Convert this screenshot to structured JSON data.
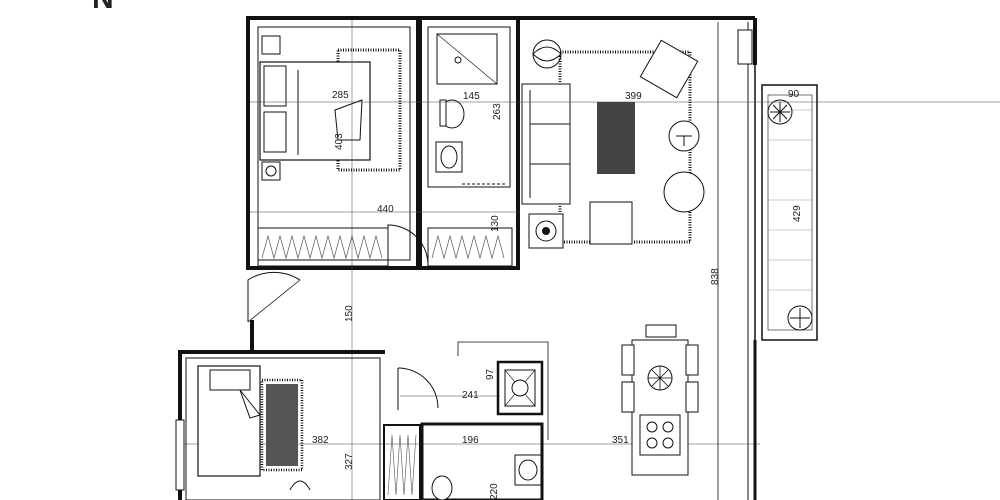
{
  "compass": {
    "label": "N"
  },
  "dimensions": {
    "bedroom_width": "285",
    "bedroom_bed": "403",
    "bath_width": "145",
    "bath_height": "263",
    "living_width": "399",
    "balcony_width": "90",
    "balcony_height": "429",
    "corridor_width": "440",
    "corridor_gap": "130",
    "hall_height": "150",
    "total_height": "838",
    "kitchen_niche": "97",
    "hall_width": "241",
    "small_bath_width": "196",
    "dining_width": "351",
    "bedroom2_width": "382",
    "bedroom2_height": "327",
    "small_bath_height": "220"
  },
  "icons": [
    "compass-icon",
    "bed-icon",
    "sofa-icon",
    "armchair-icon",
    "plant-icon",
    "toilet-icon",
    "sink-icon",
    "shower-icon",
    "stove-icon",
    "dining-table-icon",
    "lamp-icon"
  ]
}
